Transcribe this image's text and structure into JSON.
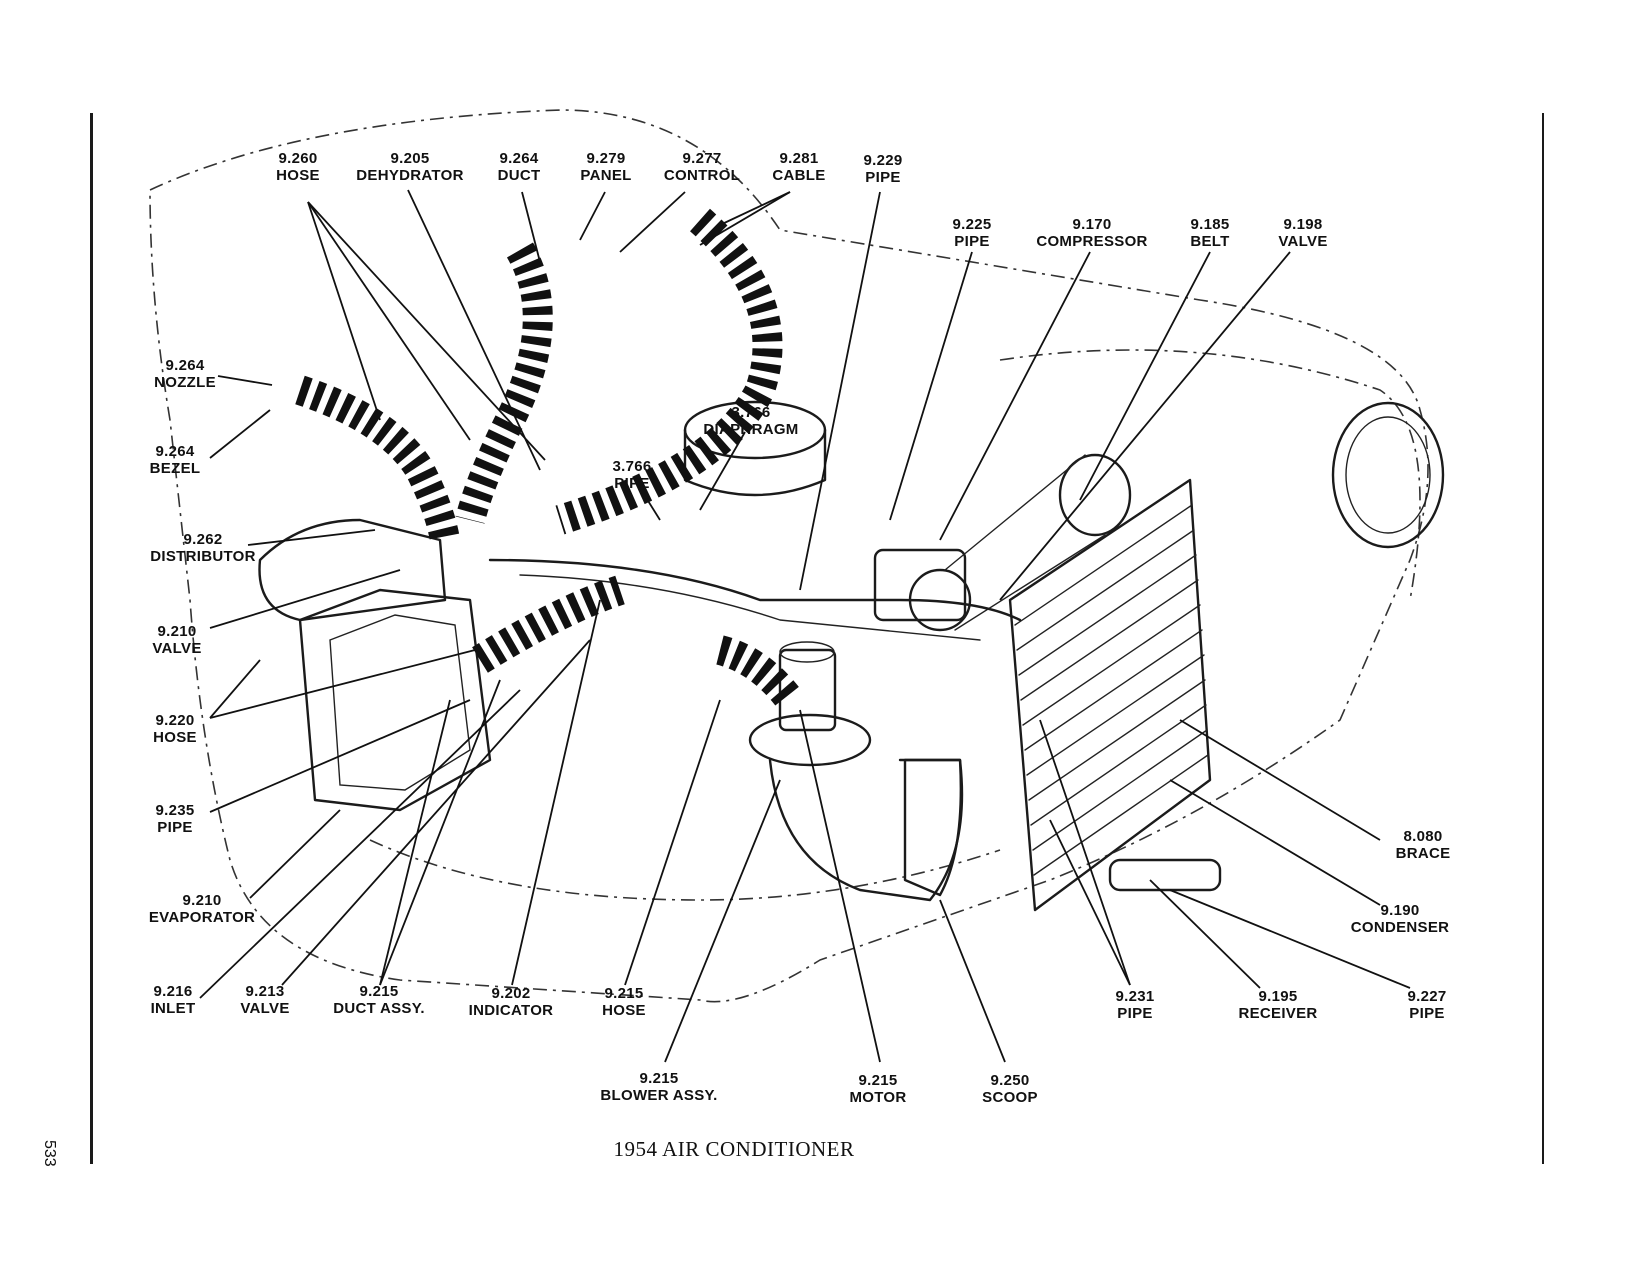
{
  "page_number": "533",
  "caption": "1954 AIR CONDITIONER",
  "callouts": [
    {
      "id": "hose-9260",
      "num": "9.260",
      "part": "HOSE"
    },
    {
      "id": "dehydrator-9205",
      "num": "9.205",
      "part": "DEHYDRATOR"
    },
    {
      "id": "duct-9264",
      "num": "9.264",
      "part": "DUCT"
    },
    {
      "id": "panel-9279",
      "num": "9.279",
      "part": "PANEL"
    },
    {
      "id": "control-9277",
      "num": "9.277",
      "part": "CONTROL"
    },
    {
      "id": "cable-9281",
      "num": "9.281",
      "part": "CABLE"
    },
    {
      "id": "pipe-9229",
      "num": "9.229",
      "part": "PIPE"
    },
    {
      "id": "pipe-9225",
      "num": "9.225",
      "part": "PIPE"
    },
    {
      "id": "compressor-9170",
      "num": "9.170",
      "part": "COMPRESSOR"
    },
    {
      "id": "belt-9185",
      "num": "9.185",
      "part": "BELT"
    },
    {
      "id": "valve-9198",
      "num": "9.198",
      "part": "VALVE"
    },
    {
      "id": "nozzle-9264",
      "num": "9.264",
      "part": "NOZZLE"
    },
    {
      "id": "diaphragm-3766",
      "num": "3.766",
      "part": "DIAPHRAGM"
    },
    {
      "id": "bezel-9264",
      "num": "9.264",
      "part": "BEZEL"
    },
    {
      "id": "pipe-3766",
      "num": "3.766",
      "part": "PIPE"
    },
    {
      "id": "distributor-9262",
      "num": "9.262",
      "part": "DISTRIBUTOR"
    },
    {
      "id": "valve-9210",
      "num": "9.210",
      "part": "VALVE"
    },
    {
      "id": "hose-9220",
      "num": "9.220",
      "part": "HOSE"
    },
    {
      "id": "pipe-9235",
      "num": "9.235",
      "part": "PIPE"
    },
    {
      "id": "brace-8080",
      "num": "8.080",
      "part": "BRACE"
    },
    {
      "id": "evaporator-9210",
      "num": "9.210",
      "part": "EVAPORATOR"
    },
    {
      "id": "condenser-9190",
      "num": "9.190",
      "part": "CONDENSER"
    },
    {
      "id": "inlet-9216",
      "num": "9.216",
      "part": "INLET"
    },
    {
      "id": "valve-9213",
      "num": "9.213",
      "part": "VALVE"
    },
    {
      "id": "duct-assy-9215",
      "num": "9.215",
      "part": "DUCT ASSY."
    },
    {
      "id": "indicator-9202",
      "num": "9.202",
      "part": "INDICATOR"
    },
    {
      "id": "hose-9215",
      "num": "9.215",
      "part": "HOSE"
    },
    {
      "id": "pipe-9231",
      "num": "9.231",
      "part": "PIPE"
    },
    {
      "id": "receiver-9195",
      "num": "9.195",
      "part": "RECEIVER"
    },
    {
      "id": "pipe-9227",
      "num": "9.227",
      "part": "PIPE"
    },
    {
      "id": "blower-assy-9215",
      "num": "9.215",
      "part": "BLOWER ASSY."
    },
    {
      "id": "motor-9215",
      "num": "9.215",
      "part": "MOTOR"
    },
    {
      "id": "scoop-9250",
      "num": "9.250",
      "part": "SCOOP"
    }
  ]
}
